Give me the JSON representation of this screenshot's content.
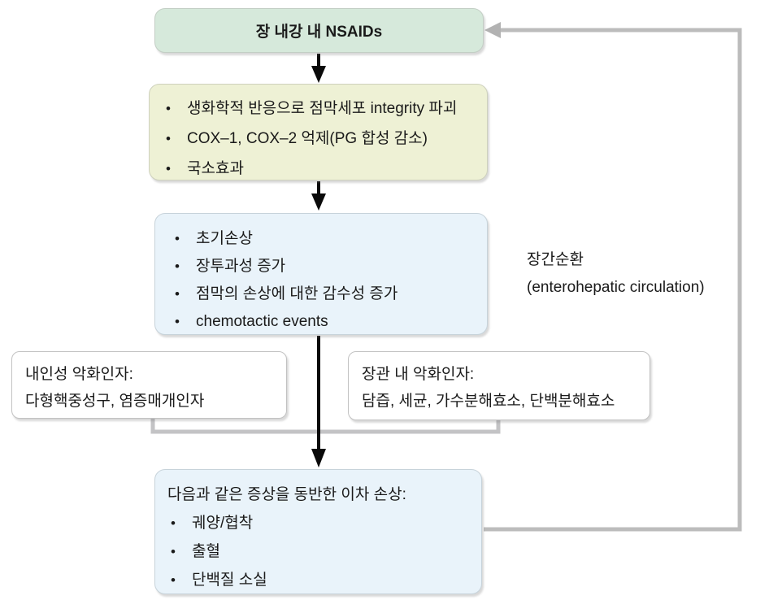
{
  "diagram": {
    "title_hint": "NSAIDs enteropathy pathogenesis flowchart",
    "bullet_char": "•",
    "top_box": {
      "label": "장 내강 내 NSAIDs"
    },
    "mechanism_box": {
      "items": [
        "생화학적 반응으로 점막세포 integrity 파괴",
        "COX–1, COX–2 억제(PG 합성 감소)",
        "국소효과"
      ]
    },
    "early_damage_box": {
      "items": [
        "초기손상",
        "장투과성 증가",
        "점막의 손상에 대한 감수성 증가",
        "chemotactic events"
      ]
    },
    "side_label": {
      "line1": "장간순환",
      "line2": "(enterohepatic circulation)"
    },
    "left_factor_box": {
      "line1": "내인성 악화인자:",
      "line2": "다형핵중성구, 염증매개인자"
    },
    "right_factor_box": {
      "line1": "장관 내 악화인자:",
      "line2": "담즙, 세균, 가수분해효소, 단백분해효소"
    },
    "secondary_box": {
      "title": "다음과 같은 증상을 동반한 이차 손상:",
      "items": [
        "궤양/협착",
        "출혈",
        "단백질 소실"
      ]
    },
    "colors": {
      "top_box_bg": "#d6e9db",
      "mechanism_box_bg": "#eef1d5",
      "blue_box_bg": "#e9f3fa",
      "factor_box_bg": "#ffffff",
      "border_gray": "#c4c4c4",
      "connector_gray": "#c3c3c5",
      "feedback_gray": "#bcbcbc",
      "arrow_black": "#0a0a0a"
    }
  }
}
